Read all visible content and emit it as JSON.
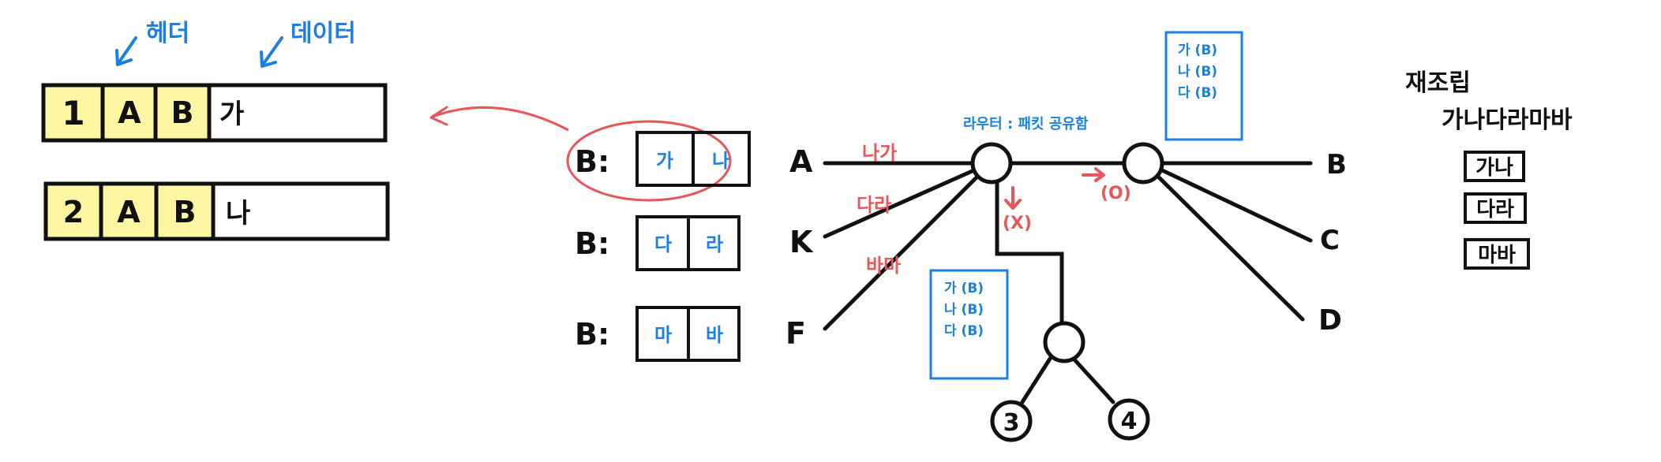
{
  "labels": {
    "header": "헤더",
    "data": "데이터"
  },
  "packets": [
    {
      "num": "1",
      "src": "A",
      "dst": "B",
      "payload": "가"
    },
    {
      "num": "2",
      "src": "A",
      "dst": "B",
      "payload": "나"
    }
  ],
  "buffers": [
    {
      "dest": "B:",
      "cells": [
        "가",
        "나"
      ]
    },
    {
      "dest": "B:",
      "cells": [
        "다",
        "라"
      ]
    },
    {
      "dest": "B:",
      "cells": [
        "마",
        "바"
      ]
    }
  ],
  "network": {
    "router_label": "라우터 : 패킷 공유함",
    "left_nodes": [
      "A",
      "K",
      "F"
    ],
    "right_nodes": [
      "B",
      "C",
      "D"
    ],
    "sub_nodes": [
      "3",
      "4"
    ],
    "link_labels": [
      "나가",
      "다라",
      "바마"
    ],
    "blocked_mark": "(X)",
    "allowed_mark": "(O)"
  },
  "tables": {
    "top": [
      "가 (B)",
      "나 (B)",
      "다 (B)"
    ],
    "bottom": [
      "가 (B)",
      "나 (B)",
      "다 (B)"
    ]
  },
  "reassembly": {
    "title": "재조립",
    "full": "가나다라마바",
    "groups": [
      "가나",
      "다라",
      "마바"
    ]
  },
  "colors": {
    "highlight": "#fdf6a3",
    "blue": "#1a7fe6",
    "red": "#e8555a",
    "ink": "#111111"
  }
}
